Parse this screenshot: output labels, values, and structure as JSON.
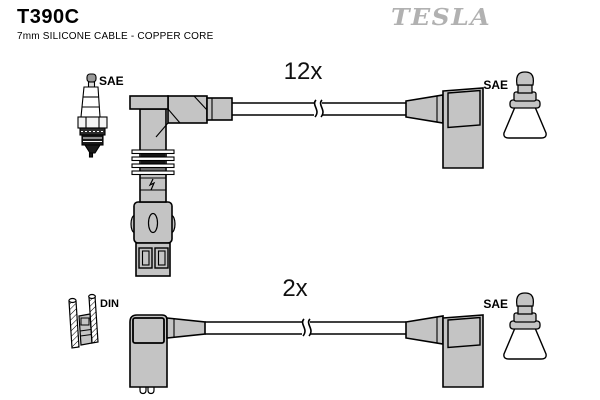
{
  "header": {
    "part_number": "T390C",
    "subtitle": "7mm SILICONE CABLE - COPPER CORE",
    "brand": "TESLA"
  },
  "colors": {
    "background": "#ffffff",
    "outline": "#000000",
    "connector_fill": "#c4c4c4",
    "brand_gray": "#b1b1b1",
    "dark_detail": "#1a1a1a"
  },
  "diagram": {
    "top_assembly": {
      "quantity": "12x",
      "plug_terminal_label": "SAE",
      "coil_terminal_label": "SAE",
      "plug_end_icon": "spark-plug-icon",
      "coil_end_icon": "sae-terminal-icon"
    },
    "bottom_assembly": {
      "quantity": "2x",
      "plug_terminal_label": "DIN",
      "coil_terminal_label": "SAE",
      "plug_end_icon": "din-terminal-icon",
      "coil_end_icon": "sae-terminal-icon"
    }
  }
}
